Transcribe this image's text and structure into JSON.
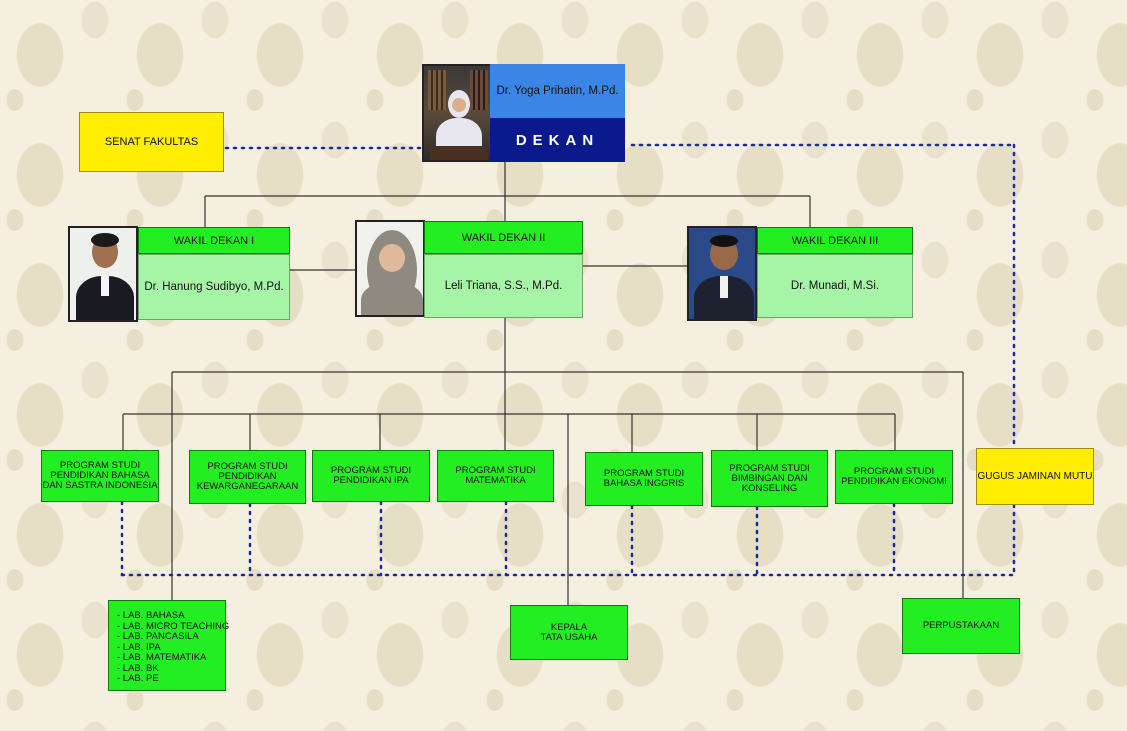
{
  "dean": {
    "name": "Dr. Yoga Prihatin, M.Pd.",
    "title": "DEKAN"
  },
  "senate": {
    "label": "SENAT FAKULTAS"
  },
  "vice_deans": [
    {
      "title": "WAKIL DEKAN I",
      "name": "Dr. Hanung Sudibyo, M.Pd."
    },
    {
      "title": "WAKIL DEKAN II",
      "name": "Leli Triana, S.S., M.Pd."
    },
    {
      "title": "WAKIL DEKAN III",
      "name": "Dr. Munadi, M.Si."
    }
  ],
  "programs": [
    "PROGRAM STUDI PENDIDIKAN BAHASA DAN SASTRA INDONESIA",
    "PROGRAM STUDI PENDIDIKAN KEWARGANEGARAAN",
    "PROGRAM STUDI PENDIDIKAN IPA",
    "PROGRAM STUDI MATEMATIKA",
    "PROGRAM STUDI BAHASA INGGRIS",
    "PROGRAM STUDI BIMBINGAN DAN KONSELING",
    "PROGRAM STUDI PENDIDIKAN EKONOMI"
  ],
  "quality": {
    "label": "GUGUS JAMINAN MUTU"
  },
  "labs": [
    "- LAB. BAHASA",
    "- LAB. MICRO TEACHING",
    "- LAB. PANCASILA",
    "- LAB. IPA",
    "- LAB. MATEMATIKA",
    "- LAB. BK",
    "- LAB. PE"
  ],
  "admin": {
    "label": "KEPALA TATA USAHA"
  },
  "library": {
    "label": "PERPUSTAKAAN"
  }
}
